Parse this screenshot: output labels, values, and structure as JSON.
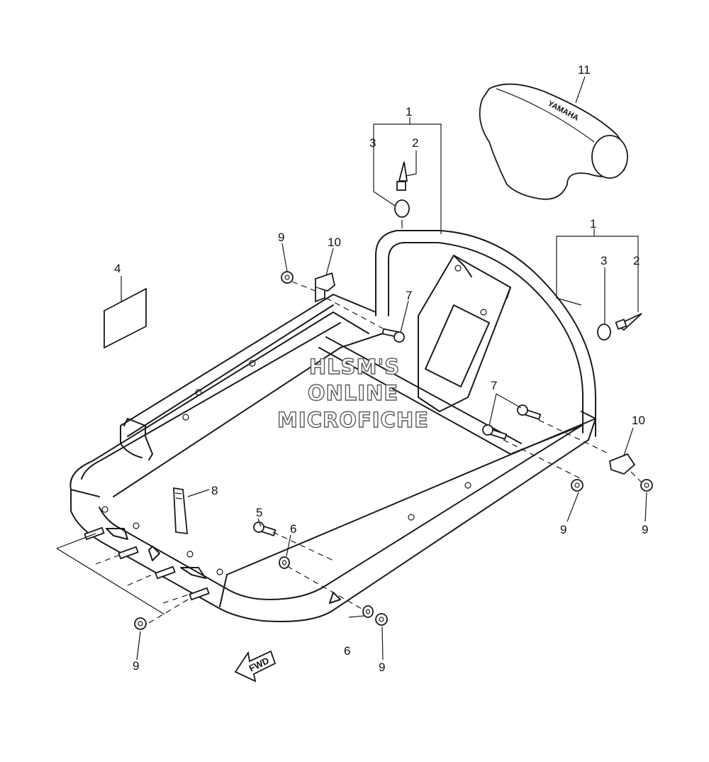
{
  "callouts": {
    "c1a": "1",
    "c2a": "2",
    "c3a": "3",
    "c1b": "1",
    "c3b": "3",
    "c2b": "2",
    "c4": "4",
    "c5": "5",
    "c6a": "6",
    "c6b": "6",
    "c7a": "7",
    "c7b": "7",
    "c8": "8",
    "c9a": "9",
    "c9b": "9",
    "c9c": "9",
    "c9d": "9",
    "c9e": "9",
    "c10a": "10",
    "c10b": "10",
    "c11": "11"
  },
  "watermark": {
    "line1": "HLSM'S",
    "line2": "ONLINE",
    "line3": "MICROFICHE"
  },
  "fwd_label": "FWD",
  "logo_text": "YAMAHA"
}
